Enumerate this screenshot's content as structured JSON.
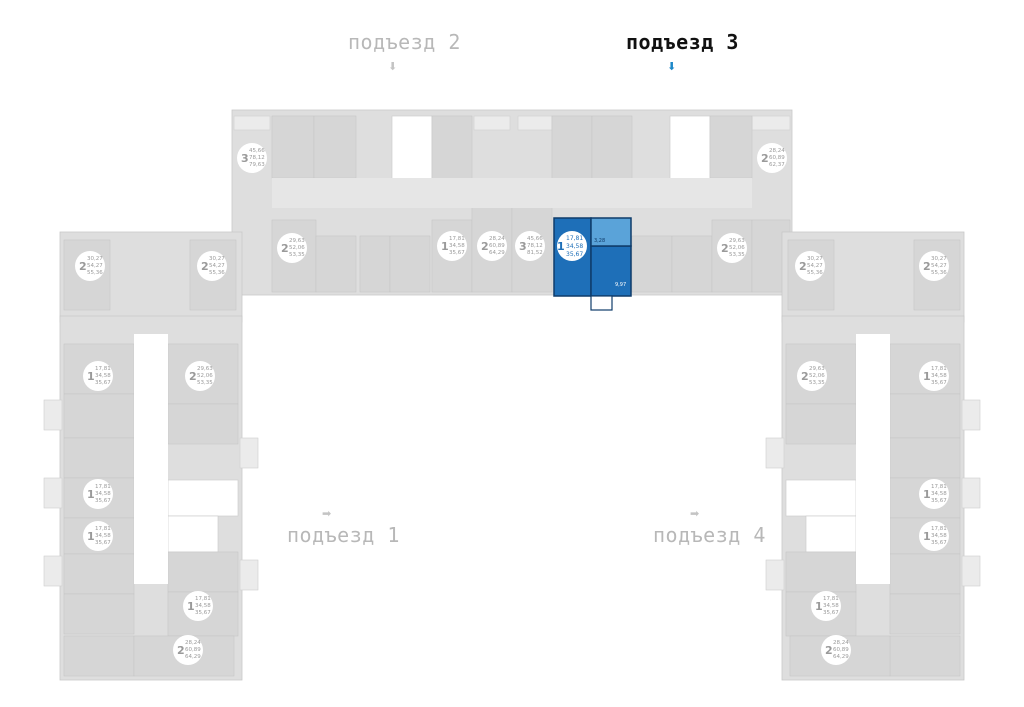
{
  "entrances": [
    {
      "label": "подъезд 1",
      "arrow": "➡",
      "active": false
    },
    {
      "label": "подъезд 2",
      "arrow": "⬇",
      "active": false
    },
    {
      "label": "подъезд 3",
      "arrow": "⬇",
      "active": true
    },
    {
      "label": "подъезд 4",
      "arrow": "➡",
      "active": false
    }
  ],
  "selected_apartment": {
    "rooms": "1",
    "living": "17,81",
    "total": "34,58",
    "area": "35,67",
    "kitchen": "9,97",
    "bath": "3,28"
  },
  "apartments": [
    {
      "rooms": "3",
      "a": "45,66",
      "b": "78,12",
      "c": "79,63"
    },
    {
      "rooms": "2",
      "a": "29,63",
      "b": "52,06",
      "c": "53,35"
    },
    {
      "rooms": "1",
      "a": "17,81",
      "b": "34,58",
      "c": "35,67"
    },
    {
      "rooms": "2",
      "a": "28,24",
      "b": "60,89",
      "c": "64,29"
    },
    {
      "rooms": "3",
      "a": "45,66",
      "b": "78,12",
      "c": "81,52"
    },
    {
      "rooms": "2",
      "a": "29,63",
      "b": "52,06",
      "c": "53,35"
    },
    {
      "rooms": "2",
      "a": "28,24",
      "b": "60,89",
      "c": "62,37"
    },
    {
      "rooms": "2",
      "a": "30,27",
      "b": "54,27",
      "c": "55,36"
    },
    {
      "rooms": "2",
      "a": "30,27",
      "b": "54,27",
      "c": "55,36"
    },
    {
      "rooms": "1",
      "a": "17,81",
      "b": "34,58",
      "c": "35,67"
    },
    {
      "rooms": "2",
      "a": "29,63",
      "b": "52,06",
      "c": "53,35"
    },
    {
      "rooms": "1",
      "a": "17,81",
      "b": "34,58",
      "c": "35,67"
    },
    {
      "rooms": "1",
      "a": "17,81",
      "b": "34,58",
      "c": "35,67"
    },
    {
      "rooms": "1",
      "a": "17,81",
      "b": "34,58",
      "c": "35,67"
    },
    {
      "rooms": "2",
      "a": "28,24",
      "b": "60,89",
      "c": "64,29"
    },
    {
      "rooms": "2",
      "a": "30,27",
      "b": "54,27",
      "c": "55,36"
    },
    {
      "rooms": "2",
      "a": "30,27",
      "b": "54,27",
      "c": "55,36"
    },
    {
      "rooms": "2",
      "a": "29,63",
      "b": "52,06",
      "c": "53,35"
    },
    {
      "rooms": "1",
      "a": "17,81",
      "b": "34,58",
      "c": "35,67"
    },
    {
      "rooms": "1",
      "a": "17,81",
      "b": "34,58",
      "c": "35,67"
    },
    {
      "rooms": "1",
      "a": "17,81",
      "b": "34,58",
      "c": "35,67"
    },
    {
      "rooms": "1",
      "a": "17,81",
      "b": "34,58",
      "c": "35,67"
    },
    {
      "rooms": "2",
      "a": "28,24",
      "b": "60,89",
      "c": "64,29"
    }
  ],
  "colors": {
    "selected": "#1e6fb8",
    "active_arrow": "#1e88c9",
    "inactive": "#d6d6d6"
  }
}
